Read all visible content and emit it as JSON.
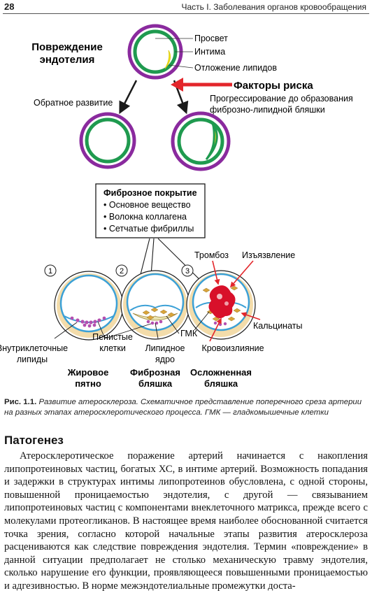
{
  "header": {
    "page_number": "28",
    "running_title": "Часть I. Заболевания органов кровообращения"
  },
  "figure": {
    "top": {
      "injury_line1": "Повреждение",
      "injury_line2": "эндотелия",
      "lumen": "Просвет",
      "intima": "Интима",
      "lipid_deposit": "Отложение липидов",
      "risk_factors": "Факторы риска",
      "reverse": "Обратное развитие",
      "progression_line1": "Прогрессирование до образования",
      "progression_line2": "фиброзно-липидной бляшки"
    },
    "box": {
      "title": "Фиброзное покрытие",
      "items": [
        "Основное вещество",
        "Волокна коллагена",
        "Сетчатые фибриллы"
      ]
    },
    "stages": {
      "num1": "1",
      "num2": "2",
      "num3": "3",
      "thrombosis": "Тромбоз",
      "ulceration": "Изъязвление",
      "smc": "ГМК",
      "calcinates": "Кальцинаты",
      "intracellular_line1": "Внутриклеточные",
      "intracellular_line2": "липиды",
      "foam_line1": "Пенистые",
      "foam_line2": "клетки",
      "lipid_core_line1": "Липидное",
      "lipid_core_line2": "ядро",
      "hemorrhage": "Кровоизлияние",
      "fatty_line1": "Жировое",
      "fatty_line2": "пятно",
      "fibrous_line1": "Фиброзная",
      "fibrous_line2": "бляшка",
      "complicated_line1": "Осложненная",
      "complicated_line2": "бляшка"
    },
    "colors": {
      "adventitia": "#8a2a9e",
      "intima": "#1f9a4f",
      "lipid": "#f2e11c",
      "arrow_red": "#e3262b",
      "lumen_blue": "#3ba0d6",
      "lipid_cells": "#b44fb0",
      "smc": "#d9a43a",
      "blood": "#d8102a"
    }
  },
  "caption": {
    "label": "Рис. 1.1.",
    "text": "Развитие атеросклероза. Схематичное представление поперечного среза артерии на разных этапах атеросклеротического процесса. ГМК — гладкомышечные клетки"
  },
  "section_title": "Патогенез",
  "body_paragraph": "Атеросклеротическое поражение артерий начинается с накопления липопротеиновых частиц, богатых ХС, в интиме артерий. Возможность попадания и задержки в структурах интимы липопротеинов обусловлена, с одной стороны, повышенной проницаемостью эндотелия, с другой — связыванием липопротеиновых частиц с компонентами внеклеточного матрикса, прежде всего с молекулами протеогликанов. В настоящее время наиболее обоснованной считается точка зрения, согласно которой начальные этапы развития атеросклероза расцениваются как следствие повреждения эндотелия. Термин «повреждение» в данной ситуации предполагает не столько механическую травму эндотелия, сколько нарушение его функции, проявляющееся повышенными проницаемостью и адгезивностью. В норме межэндотелиальные промежутки доста-"
}
